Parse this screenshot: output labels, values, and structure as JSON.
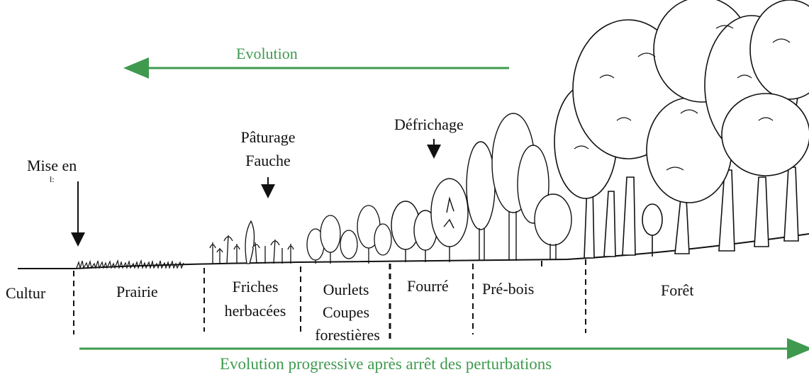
{
  "evolution_label": "Evolution",
  "progressive_label": "Evolution progressive après arrêt des perturbations",
  "interventions": {
    "defrichage": "Défrichage",
    "paturage": "Pâturage",
    "fauche": "Fauche",
    "mise_en_culture": "Mise en",
    "mise_en_culture_cut": "l:"
  },
  "stages": {
    "culture": "Cultur",
    "prairie": "Prairie",
    "friches_1": "Friches",
    "friches_2": "herbacées",
    "ourlets_1": "Ourlets",
    "ourlets_2": "Coupes",
    "ourlets_3": "forestières",
    "fourre": "Fourré",
    "pre_bois": "Pré-bois",
    "foret": "Forêt"
  },
  "colors": {
    "arrow_green": "#3f9a4f",
    "ink": "#111111"
  }
}
